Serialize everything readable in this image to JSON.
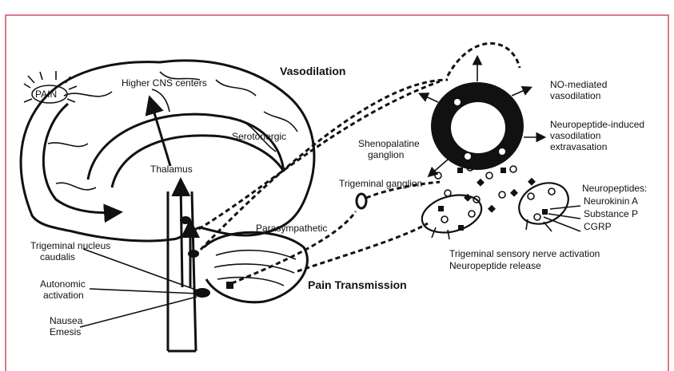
{
  "labels": {
    "pain": "PAIN",
    "higher_cns": "Higher CNS centers",
    "vasodilation": "Vasodilation",
    "serotonergic": "Serotonergic",
    "thalamus": "Thalamus",
    "trigeminal_ganglion": "Trigeminal ganglion",
    "parasympathetic": "Parasympathetic",
    "trigeminal_nucleus_1": "Trigeminal nucleus",
    "trigeminal_nucleus_2": "caudalis",
    "autonomic_1": "Autonomic",
    "autonomic_2": "activation",
    "nausea": "Nausea",
    "emesis": "Emesis",
    "pain_transmission": "Pain Transmission",
    "sphenopalatine_1": "Shenopalatine",
    "sphenopalatine_2": "ganglion",
    "no_mediated_1": "NO-mediated",
    "no_mediated_2": "vasodilation",
    "neuropeptide_induced_1": "Neuropeptide-induced",
    "neuropeptide_induced_2": "vasodilation",
    "neuropeptide_induced_3": "extravasation",
    "neuropeptides": "Neuropeptides:",
    "neurokinin": "Neurokinin A",
    "substance_p": "Substance P",
    "cgrp": "CGRP",
    "sensory_activation": "Trigeminal sensory nerve activation",
    "neuropeptide_release": "Neuropeptide release"
  }
}
